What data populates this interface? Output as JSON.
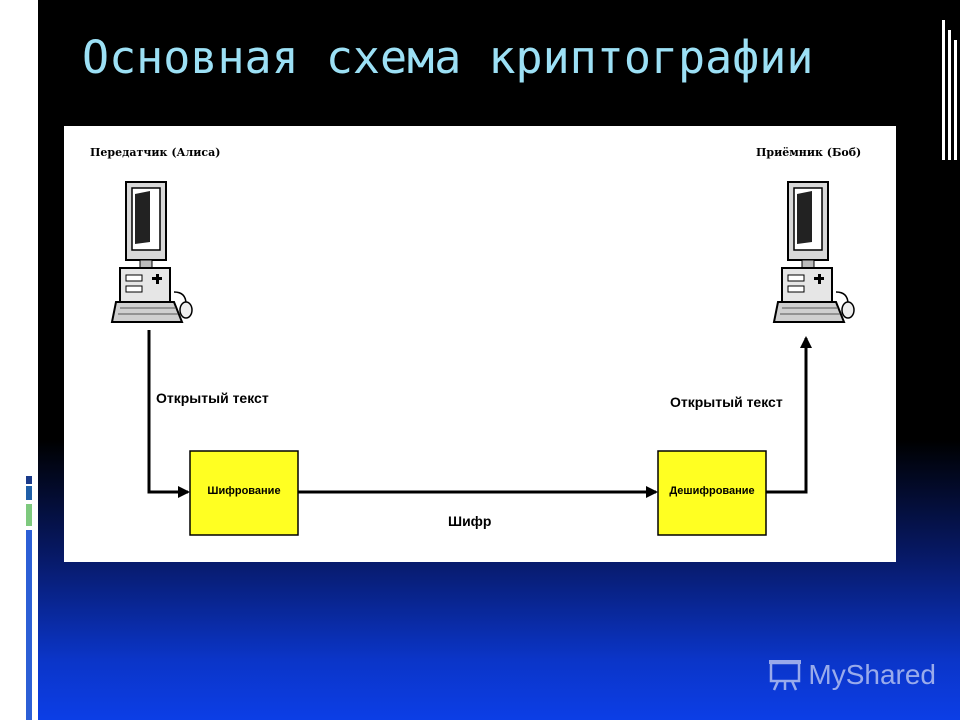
{
  "slide": {
    "title": "Основная схема криптографии"
  },
  "diagram": {
    "sender_label": "Передатчик (Алиса)",
    "receiver_label": "Приёмник (Боб)",
    "plaintext_left": "Открытый текст",
    "plaintext_right": "Открытый текст",
    "encrypt_box": "Шифрование",
    "decrypt_box": "Дешифрование",
    "cipher_label": "Шифр",
    "box_color": "#ffff22"
  },
  "watermark": {
    "text": "MyShared",
    "icon": "projector-screen-icon"
  },
  "colors": {
    "title": "#9ce0f5",
    "background_top": "#000000",
    "background_bottom": "#0c3ee6"
  }
}
